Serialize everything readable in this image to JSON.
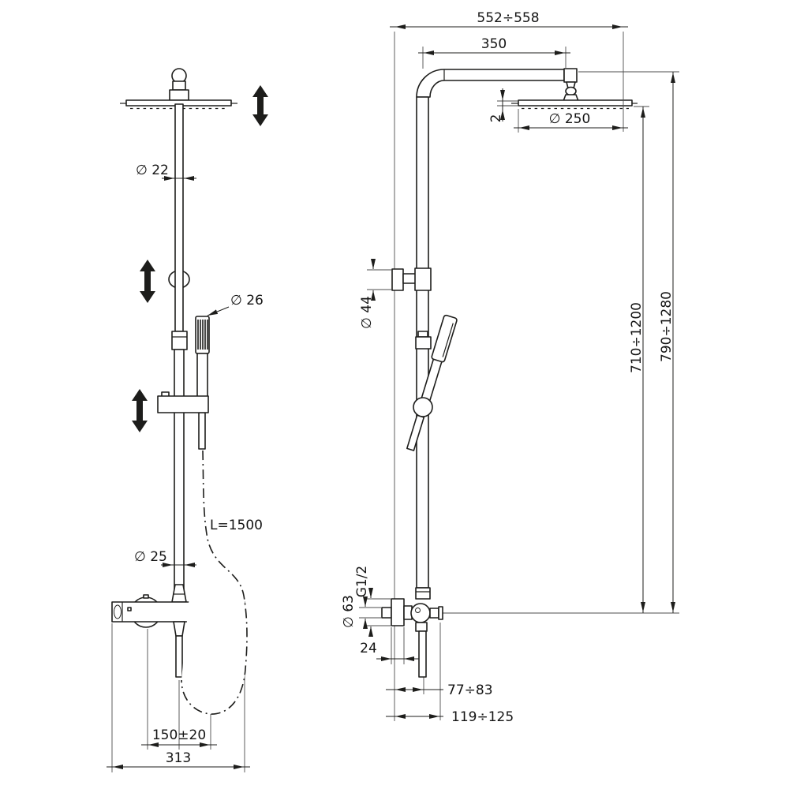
{
  "page": {
    "background": "#ffffff",
    "description": "Technical drawing of a thermostatic shower column, front and side views with dimensions"
  },
  "drawing": {
    "line_color": "#1d1d1b",
    "views": [
      {
        "name": "front view"
      },
      {
        "name": "side view"
      }
    ],
    "dims": {
      "front": {
        "upper_pipe_diameter": "∅ 22",
        "hand_shower_diameter": "∅ 26",
        "hose_length": "L=1500",
        "lower_pipe_diameter": "∅ 25",
        "inlet_spacing": "150±20",
        "overall_width": "313"
      },
      "side": {
        "overall_reach": "552÷558",
        "arm_projection": "350",
        "head_thickness": "2",
        "head_diameter": "∅ 250",
        "bracket_diameter": "∅ 44",
        "height_to_head": "710÷1200",
        "height_overall": "790÷1280",
        "inlet_thread": "G1/2",
        "escutcheon_diameter": "∅ 63",
        "escutcheon_depth": "24",
        "outlet_offset": "77÷83",
        "overall_projection": "119÷125"
      }
    }
  }
}
